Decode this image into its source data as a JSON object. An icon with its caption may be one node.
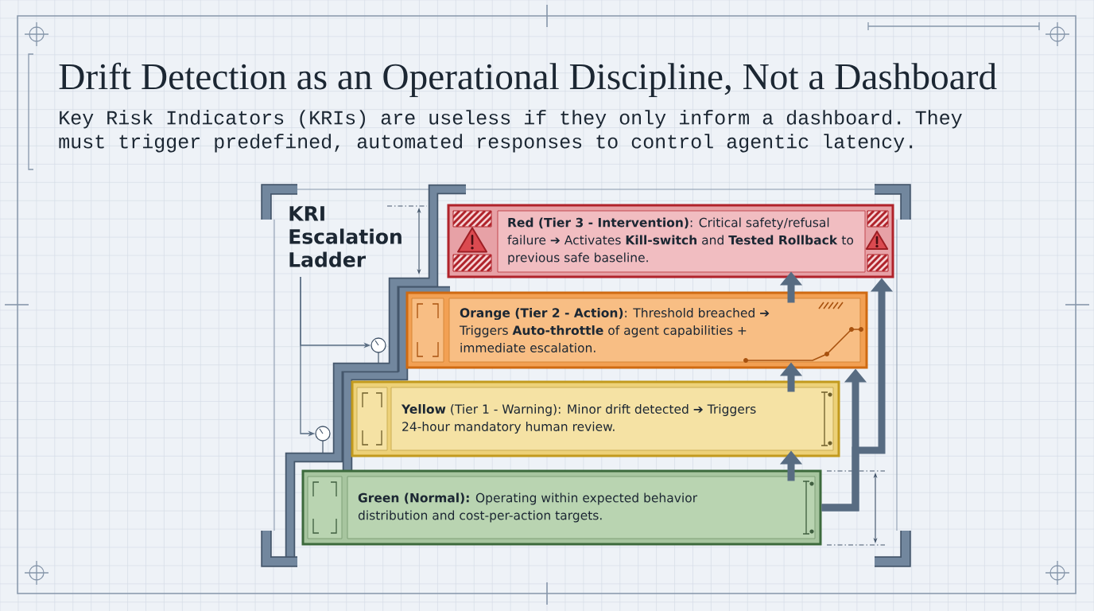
{
  "diagram": {
    "title": "Drift Detection as an Operational Discipline, Not a Dashboard",
    "nodes": [
      {
        "text": [
          "KRI Escalation Ladder"
        ]
      },
      {
        "text": [
          "**Red (Tier 3 - Intervention)**: Critical safety/refusal failure ➔ Activates **Kill-switch** and **Tested Rollback** to previous safe baseline."
        ]
      },
      {
        "text": [
          "**Orange (Tier 2 - Action)**: Threshold breached ➔ Triggers **Auto-throttle** of agent capabilities + immediate escalation."
        ]
      },
      {
        "text": [
          "**Yellow** (Tier 1 - Warning): Minor drift detected ➔ Triggers 24-hour mandatory human review."
        ]
      },
      {
        "text": [
          "**Green (Normal):** Operating within expected behavior distribution and cost-per-action targets."
        ]
      },
      {
        "text": [],
        "shape": "gauge"
      },
      {
        "text": [],
        "shape": "gauge"
      }
    ],
    "edges": [
      {
        "from": 4,
        "to": 3,
        "arrow": "to"
      },
      {
        "from": 3,
        "to": 2,
        "arrow": "to"
      },
      {
        "from": 2,
        "to": 1,
        "arrow": "to"
      },
      {
        "from": 4,
        "to": 2,
        "arrow": "to"
      },
      {
        "from": 4,
        "to": 1,
        "arrow": "to"
      },
      {
        "from": 0,
        "to": 5,
        "arrow": "to"
      },
      {
        "from": 0,
        "to": 6,
        "arrow": "to"
      }
    ],
    "labels": [
      "Key Risk Indicators (KRIs) are useless if they only inform a dashboard. They must trigger predefined, automated responses to control agentic latency."
    ]
  }
}
